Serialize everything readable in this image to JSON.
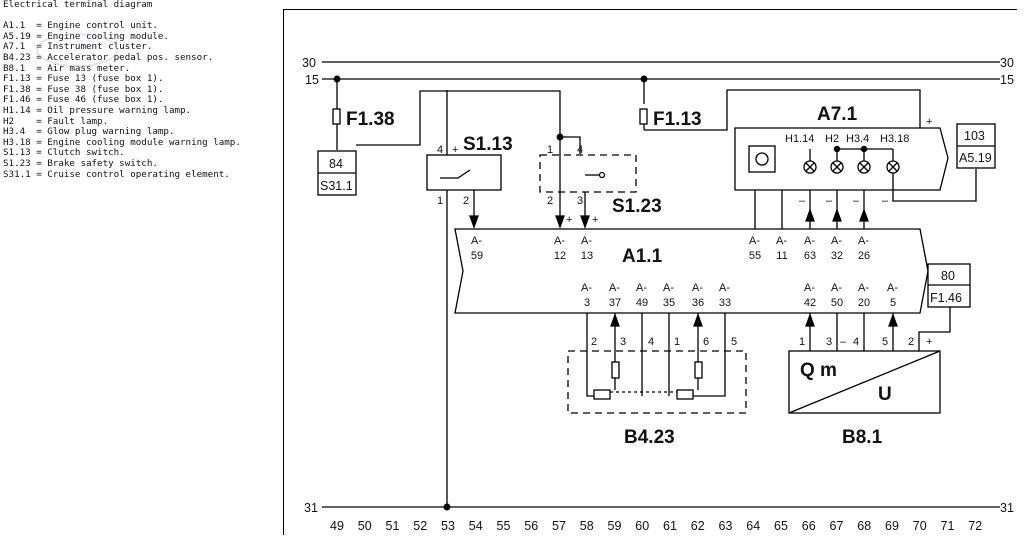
{
  "legend": {
    "title": "Electrical terminal diagram",
    "items": [
      "A1.1  = Engine control unit.",
      "A5.19 = Engine cooling module.",
      "A7.1  = Instrument cluster.",
      "B4.23 = Accelerator pedal pos. sensor.",
      "B8.1  = Air mass meter.",
      "F1.13 = Fuse 13 (fuse box 1).",
      "F1.38 = Fuse 38 (fuse box 1).",
      "F1.46 = Fuse 46 (fuse box 1).",
      "H1.14 = Oil pressure warning lamp.",
      "H2    = Fault lamp.",
      "H3.4  = Glow plug warning lamp.",
      "H3.18 = Engine cooling module warning lamp.",
      "S1.13 = Clutch switch.",
      "S1.23 = Brake safety switch.",
      "S31.1 = Cruise control operating element."
    ]
  },
  "rails": {
    "top": "30",
    "second": "15",
    "bottom": "31"
  },
  "components": {
    "f138": "F1.38",
    "f113": "F1.13",
    "s113": "S1.13",
    "s123": "S1.23",
    "a71": "A7.1",
    "a11": "A1.1",
    "b423": "B4.23",
    "b81": "B8.1",
    "box84": "84",
    "s311": "S31.1",
    "box103": "103",
    "a519": "A5.19",
    "box80": "80",
    "f146": "F1.46",
    "lamps": [
      "H1.14",
      "H2",
      "H3.4",
      "H3.18"
    ],
    "qm": "Q m",
    "u": "U"
  },
  "pins_top": [
    {
      "a": "A-",
      "n": "59"
    },
    {
      "a": "A-",
      "n": "12"
    },
    {
      "a": "A-",
      "n": "13"
    },
    {
      "a": "A-",
      "n": "55"
    },
    {
      "a": "A-",
      "n": "11"
    },
    {
      "a": "A-",
      "n": "63"
    },
    {
      "a": "A-",
      "n": "32"
    },
    {
      "a": "A-",
      "n": "26"
    }
  ],
  "pins_bottom": [
    {
      "a": "A-",
      "n": "3"
    },
    {
      "a": "A-",
      "n": "37"
    },
    {
      "a": "A-",
      "n": "49"
    },
    {
      "a": "A-",
      "n": "35"
    },
    {
      "a": "A-",
      "n": "36"
    },
    {
      "a": "A-",
      "n": "33"
    },
    {
      "a": "A-",
      "n": "42"
    },
    {
      "a": "A-",
      "n": "50"
    },
    {
      "a": "A-",
      "n": "20"
    },
    {
      "a": "A-",
      "n": "5"
    }
  ],
  "terminals": {
    "s113": [
      "4",
      "+",
      "1",
      "2"
    ],
    "s123": [
      "1",
      "4",
      "2",
      "3",
      "+",
      "+"
    ],
    "b423": [
      "2",
      "3",
      "4",
      "1",
      "6",
      "5"
    ],
    "b81": [
      "1",
      "3",
      "–",
      "4",
      "5",
      "2",
      "+"
    ],
    "a71_plus": "+",
    "a71_minus": [
      "–",
      "–",
      "–",
      "–"
    ]
  },
  "scale": [
    "49",
    "50",
    "51",
    "52",
    "53",
    "54",
    "55",
    "56",
    "57",
    "58",
    "59",
    "60",
    "61",
    "62",
    "63",
    "64",
    "65",
    "66",
    "67",
    "68",
    "69",
    "70",
    "71",
    "72"
  ]
}
